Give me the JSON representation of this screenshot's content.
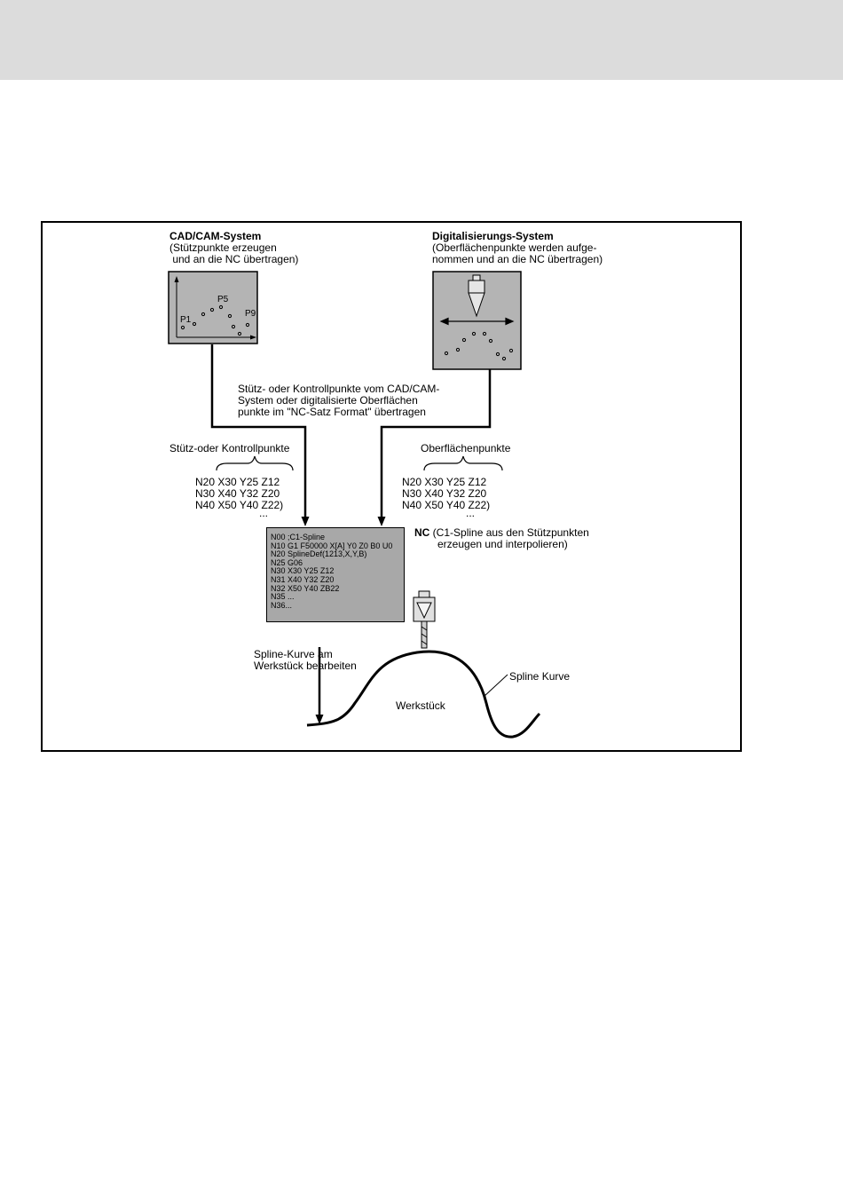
{
  "cad": {
    "title": "CAD/CAM-System",
    "line1": "(Stützpunkte erzeugen",
    "line2": " und an die NC übertragen)",
    "label_p1": "P1",
    "label_p5": "P5",
    "label_p9": "P9"
  },
  "digi": {
    "title": "Digitalisierungs-System",
    "line1": "(Oberflächenpunkte werden aufge-",
    "line2": "nommen und an die NC übertragen)"
  },
  "transfer_note": {
    "line1": "Stütz- oder Kontrollpunkte vom CAD/CAM-",
    "line2": "System oder digitalisierte Oberflächen",
    "line3": "punkte im \"NC-Satz Format\" übertragen"
  },
  "left_group": {
    "label": "Stütz-oder Kontrollpunkte",
    "lines": [
      "N20 X30 Y25 Z12",
      "N30 X40 Y32 Z20",
      "N40 X50 Y40 Z22)",
      "..."
    ]
  },
  "right_group": {
    "label": "Oberflächenpunkte",
    "lines": [
      "N20 X30 Y25 Z12",
      "N30 X40 Y32 Z20",
      "N40 X50 Y40 Z22)",
      "..."
    ]
  },
  "nc_program": {
    "lines": [
      "N00 ;C1-Spline",
      "N10 G1 F50000 X[A] Y0 Z0 B0 U0",
      "N20 SplineDef(1213,X,Y,B)",
      "N25 G06",
      "N30 X30 Y25 Z12",
      "N31 X40 Y32 Z20",
      "N32 X50 Y40 ZB22",
      "N35 ...",
      "N36..."
    ]
  },
  "nc_label": {
    "bold": "NC",
    "line1": " (C1-Spline aus den Stützpunkten",
    "line2": "erzeugen und interpolieren)"
  },
  "machining": {
    "line1": "Spline-Kurve am",
    "line2": "Werkstück bearbeiten"
  },
  "workpiece_label": "Werkstück",
  "spline_label": "Spline Kurve"
}
